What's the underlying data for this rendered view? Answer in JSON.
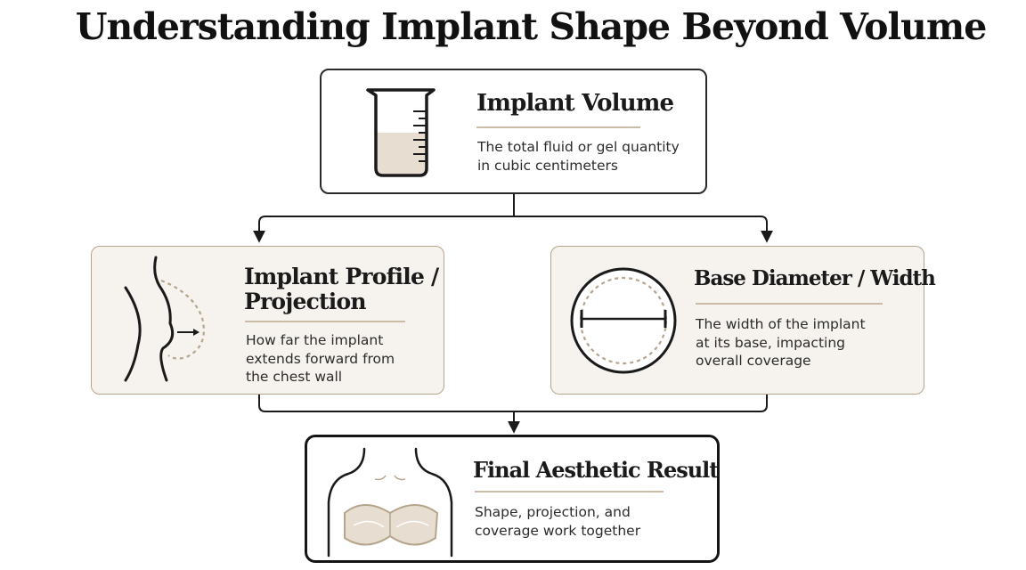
{
  "title": "Understanding Implant Shape Beyond Volume",
  "nodes": {
    "volume": {
      "heading": "Implant Volume",
      "description": "The total fluid or gel quantity\nin cubic centimeters",
      "icon": "measuring-beaker-icon"
    },
    "profile": {
      "heading": "Implant Profile /\nProjection",
      "description": "How far the implant\nextends forward from\nthe chest wall",
      "icon": "side-profile-projection-icon"
    },
    "base": {
      "heading": "Base Diameter / Width",
      "description": "The width of the implant\nat its base, impacting\noverall coverage",
      "icon": "base-diameter-circle-icon"
    },
    "result": {
      "heading": "Final Aesthetic Result",
      "description": "Shape, projection, and\ncoverage work together",
      "icon": "torso-result-icon"
    }
  },
  "colors": {
    "accent": "#b5a58d",
    "fill": "#e7ddd0",
    "panel": "#f6f3ee",
    "ink": "#1a1a1a"
  }
}
